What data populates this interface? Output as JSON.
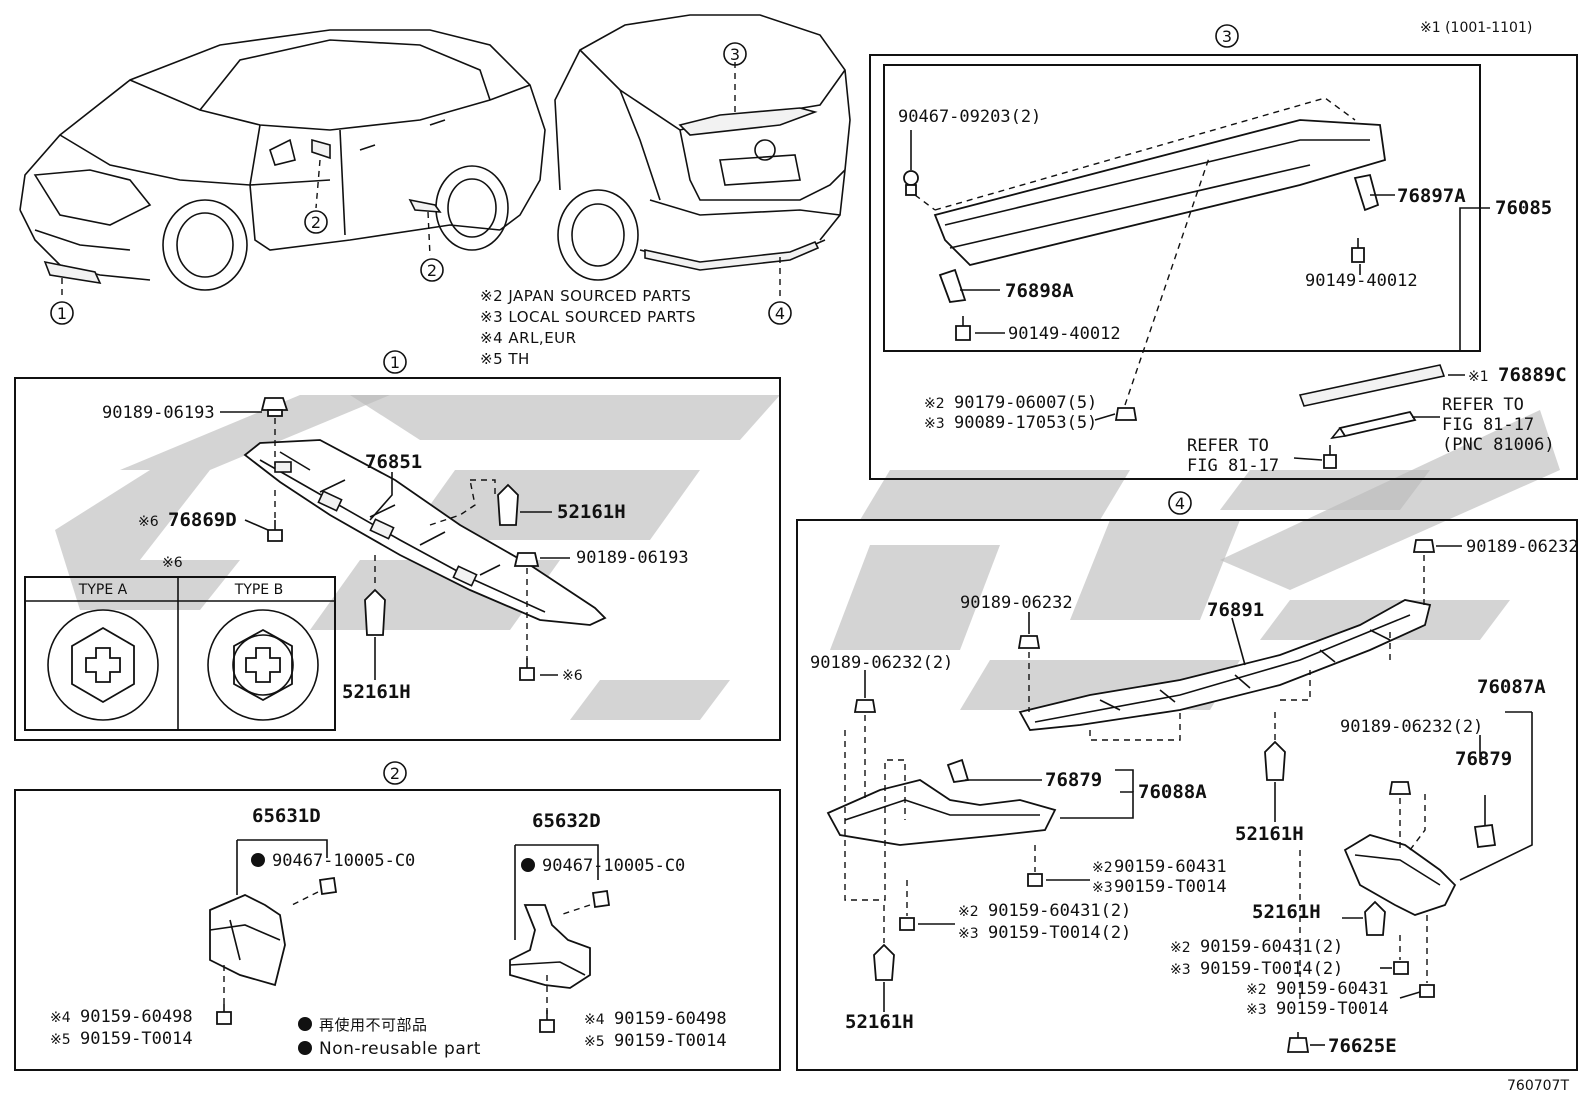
{
  "header": {
    "footnote_1": "※1 (1001-1101)"
  },
  "footer": {
    "figure_code": "760707T"
  },
  "overview": {
    "callouts": [
      "1",
      "2",
      "2",
      "3",
      "4"
    ],
    "notes": [
      "※2 JAPAN SOURCED PARTS",
      "※3 LOCAL SOURCED PARTS",
      "※4 ARL,EUR",
      "※5 TH"
    ]
  },
  "section1": {
    "number": "1",
    "labels": {
      "clip_top": "90189-06193",
      "cover": "76851",
      "screw_left": "76869D",
      "screw_left_note": "※6",
      "pin_right": "52161H",
      "clip_right": "90189-06193",
      "pin_bottom": "52161H",
      "screw_bottom_note": "※6"
    },
    "type_table": {
      "note": "※6",
      "type_a": "TYPE A",
      "type_b": "TYPE B"
    }
  },
  "section2": {
    "number": "2",
    "left": {
      "part": "65631D",
      "clip": "90467-10005-C0",
      "screw_note1": "※4",
      "screw1": "90159-60498",
      "screw_note2": "※5",
      "screw2": "90159-T0014"
    },
    "right": {
      "part": "65632D",
      "clip": "90467-10005-C0",
      "screw_note1": "※4",
      "screw1": "90159-60498",
      "screw_note2": "※5",
      "screw2": "90159-T0014"
    },
    "legend_jp": "再使用不可部品",
    "legend_en": "Non-reusable part"
  },
  "section3": {
    "number": "3",
    "labels": {
      "clip_a": "90467-09203(2)",
      "bracket_r": "76897A",
      "assy": "76085",
      "bracket_l": "76898A",
      "screw_r": "90149-40012",
      "screw_l": "90149-40012",
      "nut_note1": "※2",
      "nut1": "90179-06007(5)",
      "nut_note2": "※3",
      "nut2": "90089-17053(5)",
      "strip_note": "※1",
      "strip": "76889C",
      "refer1_a": "REFER TO",
      "refer1_b": "FIG 81-17",
      "refer1_c": "(PNC 81006)",
      "refer2_a": "REFER TO",
      "refer2_b": "FIG 81-17"
    }
  },
  "section4": {
    "number": "4",
    "labels": {
      "clip_tr": "90189-06232",
      "clip_mid": "90189-06232",
      "assy": "76891",
      "clip_left": "90189-06232(2)",
      "assy_r": "76087A",
      "clip_r2": "90189-06232(2)",
      "bracket_r": "76879",
      "bracket_l": "76879",
      "assy_l": "76088A",
      "pin_mid": "52161H",
      "screw_mid_note1": "※2",
      "screw_mid1": "90159-60431",
      "screw_mid_note2": "※3",
      "screw_mid2": "90159-T0014",
      "screw_l_note1": "※2",
      "screw_l1": "90159-60431(2)",
      "screw_l_note2": "※3",
      "screw_l2": "90159-T0014(2)",
      "pin_r": "52161H",
      "screw_r_note1": "※2",
      "screw_r1": "90159-60431(2)",
      "screw_r_note2": "※3",
      "screw_r2": "90159-T0014(2)",
      "screw_r3_note1": "※2",
      "screw_r3": "90159-60431",
      "screw_r4_note2": "※3",
      "screw_r4": "90159-T0014",
      "pin_bl": "52161H",
      "nut_b": "76625E"
    }
  },
  "colors": {
    "ink": "#111111",
    "watermark": "#b9b9b9"
  }
}
